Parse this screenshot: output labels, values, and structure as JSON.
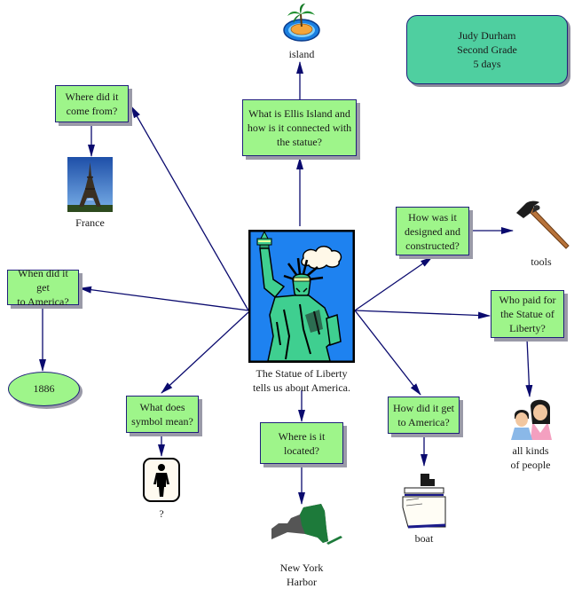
{
  "info_box": {
    "teacher": "Judy Durham",
    "grade": "Second Grade",
    "duration": "5 days"
  },
  "central": {
    "image": "statue-of-liberty-clipart",
    "caption_line1": "The Statue of Liberty",
    "caption_line2": "tells us about America."
  },
  "questions": {
    "ellis": {
      "line1": "What is Ellis Island and",
      "line2": "how is it connected with",
      "line3": "the statue?"
    },
    "origin": {
      "line1": "Where did it",
      "line2": "come from?"
    },
    "when": {
      "line1": "When did it get",
      "line2": "to America?"
    },
    "symbol": {
      "line1": "What does",
      "line2": "symbol mean?"
    },
    "located": {
      "line1": "Where is it",
      "line2": "located?"
    },
    "how_get": {
      "line1": "How did it get",
      "line2": "to America?"
    },
    "paid": {
      "line1": "Who paid for",
      "line2": "the Statue of",
      "line3": "Liberty?"
    },
    "designed": {
      "line1": "How was it",
      "line2": "designed and",
      "line3": "constructed?"
    }
  },
  "answers": {
    "island": "island",
    "france": "France",
    "year": "1886",
    "symbol": "?",
    "location_line1": "New York",
    "location_line2": "Harbor",
    "boat": "boat",
    "people_line1": "all kinds",
    "people_line2": "of people",
    "tools": "tools"
  },
  "colors": {
    "question_fill": "#9ef58a",
    "info_fill": "#4fcfa0",
    "border": "#1f1f7a",
    "arrow": "#0a0a6e"
  }
}
